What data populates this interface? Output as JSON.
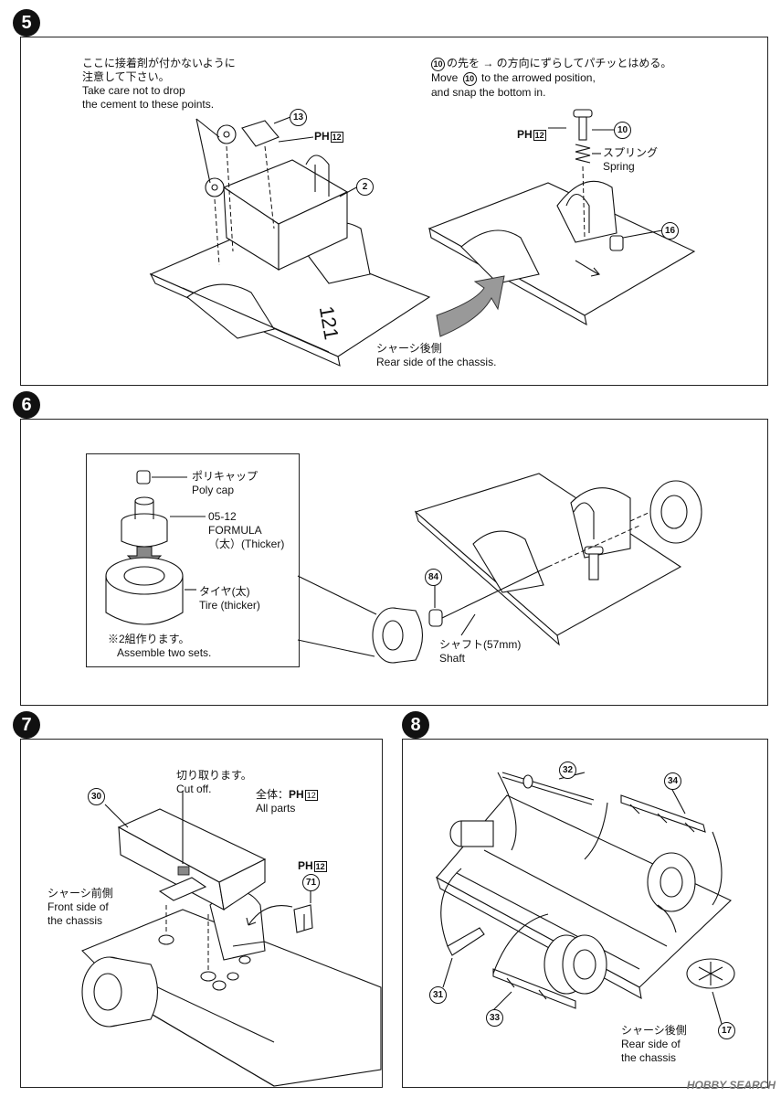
{
  "steps": {
    "s5": {
      "number": "5",
      "note_left_jp_1": "ここに接着剤が付かないように",
      "note_left_jp_2": "注意して下さい。",
      "note_left_en_1": "Take care not to drop",
      "note_left_en_2": "the cement to these points.",
      "part_13": "13",
      "part_2": "2",
      "ph_label": "PH",
      "ph_box": "12",
      "note_right_jp": "の先を → の方向にずらしてパチッとはめる。",
      "note_right_num": "10",
      "note_right_en_1a": "Move",
      "note_right_en_1b": "to the arrowed position,",
      "note_right_en_2": "and snap the bottom in.",
      "part_10": "10",
      "spring_jp": "スプリング",
      "spring_en": "Spring",
      "part_16": "16",
      "rear_jp": "シャーシ後側",
      "rear_en": "Rear side of the chassis."
    },
    "s6": {
      "number": "6",
      "polycap_jp": "ポリキャップ",
      "polycap_en": "Poly cap",
      "formula_1": "05-12",
      "formula_2": "FORMULA",
      "formula_3": "（太）(Thicker)",
      "tire_jp": "タイヤ(太)",
      "tire_en": "Tire (thicker)",
      "sets_jp": "※2組作ります。",
      "sets_en": "Assemble two sets.",
      "part_84": "84",
      "shaft_jp": "シャフト(57mm)",
      "shaft_en": "Shaft"
    },
    "s7": {
      "number": "7",
      "cut_jp": "切り取ります。",
      "cut_en": "Cut off.",
      "all_jp": "全体：",
      "all_en": "All parts",
      "part_30": "30",
      "part_71": "71",
      "front_jp": "シャーシ前側",
      "front_en_1": "Front side of",
      "front_en_2": "the chassis"
    },
    "s8": {
      "number": "8",
      "part_32": "32",
      "part_34": "34",
      "part_31": "31",
      "part_33": "33",
      "part_17": "17",
      "rear_jp": "シャーシ後側",
      "rear_en_1": "Rear side of",
      "rear_en_2": "the chassis"
    }
  },
  "watermark": "HOBBY SEARCH"
}
